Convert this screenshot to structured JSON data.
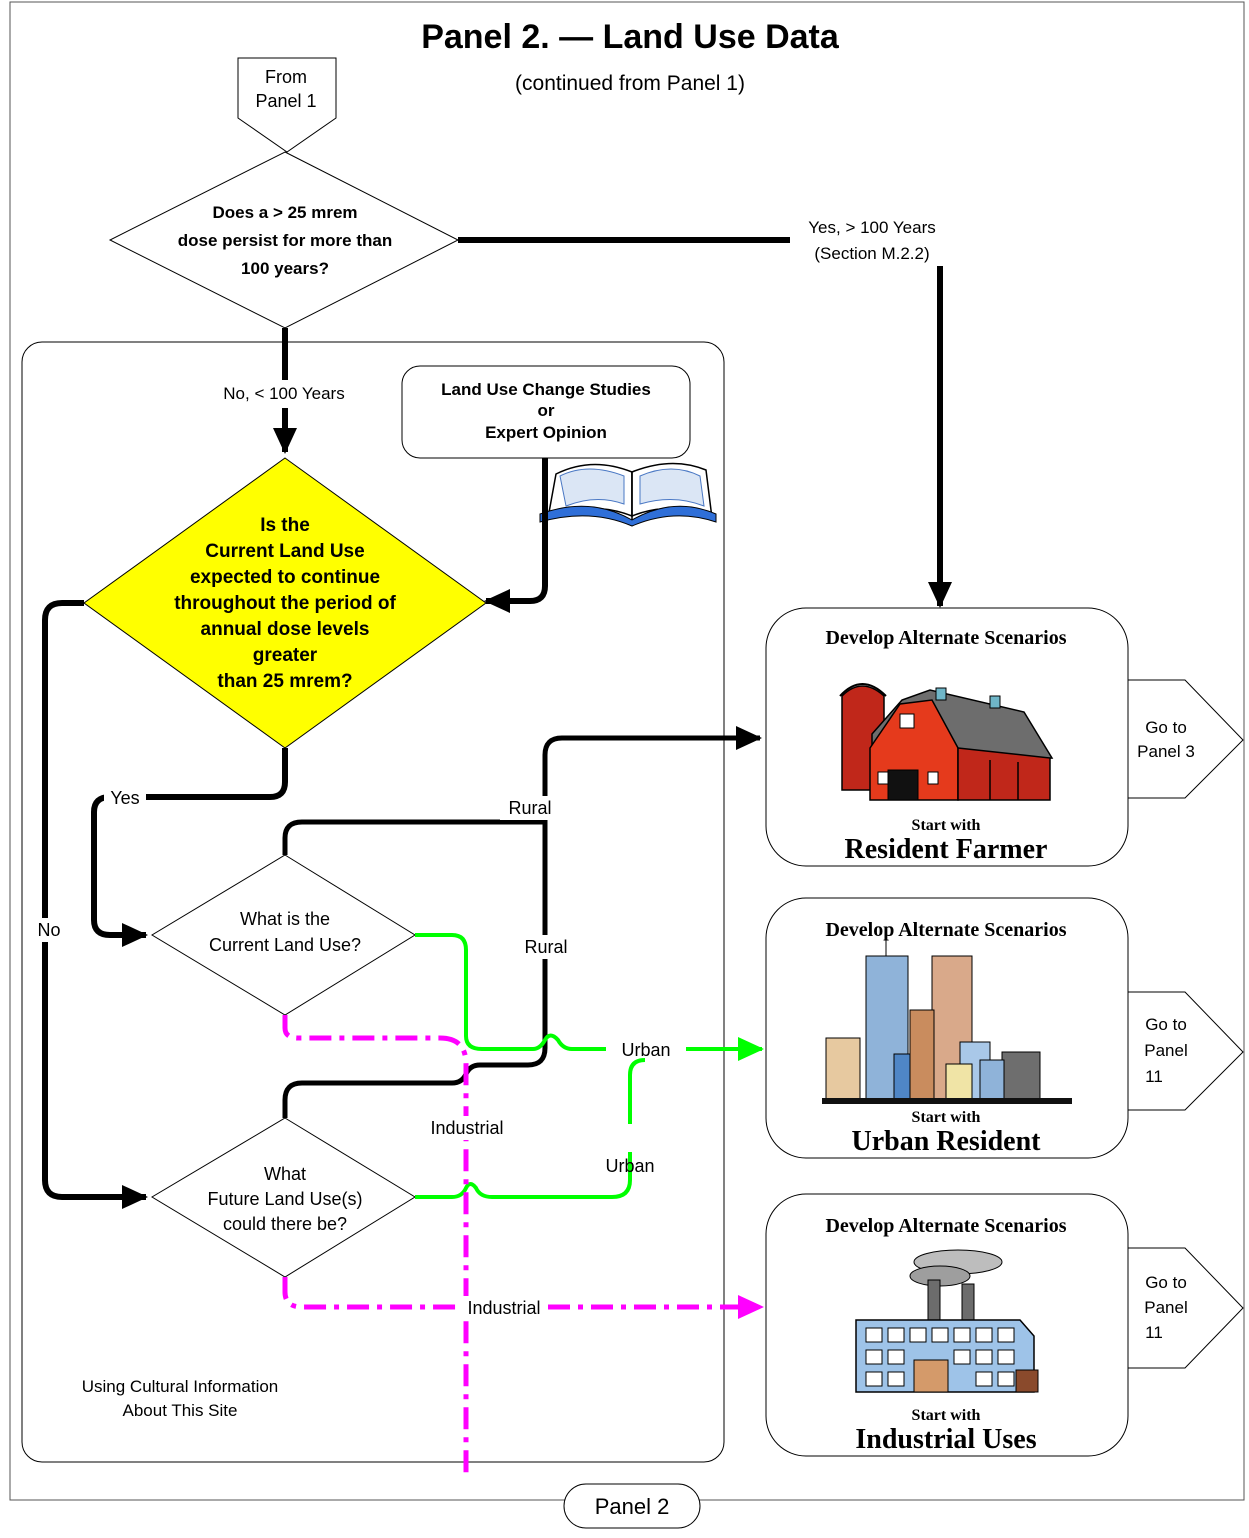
{
  "title": "Panel 2. — Land Use Data",
  "subtitle": "(continued from Panel 1)",
  "from_tag": [
    "From",
    "Panel 1"
  ],
  "q1": [
    "Does a > 25 mrem",
    "dose persist for more than",
    "100 years?"
  ],
  "yes_label": [
    "Yes, > 100 Years",
    "(Section M.2.2)"
  ],
  "no_label": "No, < 100 Years",
  "studies_box": [
    "Land Use Change Studies",
    "or",
    "Expert Opinion"
  ],
  "q2": [
    "Is the",
    "Current Land Use",
    "expected to continue",
    "throughout the period of",
    "annual dose levels",
    "greater",
    "than 25 mrem?"
  ],
  "yes_short": "Yes",
  "no_short": "No",
  "q3": [
    "What is the",
    "Current Land Use?"
  ],
  "q4": [
    "What",
    "Future Land Use(s)",
    "could there be?"
  ],
  "labels": {
    "rural": "Rural",
    "urban": "Urban",
    "industrial": "Industrial"
  },
  "scenario_heading": "Develop Alternate Scenarios",
  "start_with": "Start with",
  "outcomes": [
    {
      "name": "Resident Farmer",
      "goto": [
        "Go to",
        "Panel 3"
      ]
    },
    {
      "name": "Urban Resident",
      "goto": [
        "Go to",
        "Panel",
        "11"
      ]
    },
    {
      "name": "Industrial Uses",
      "goto": [
        "Go to",
        "Panel",
        "11"
      ]
    }
  ],
  "cultural_note": [
    "Using Cultural Information",
    "About This Site"
  ],
  "footer_tag": "Panel 2",
  "colors": {
    "decision_fill": "#ffff00",
    "urban_line": "#00ff00",
    "industrial_line": "#ff00ff",
    "barn_red": "#d92a12",
    "book_blue": "#2f6fd8"
  }
}
